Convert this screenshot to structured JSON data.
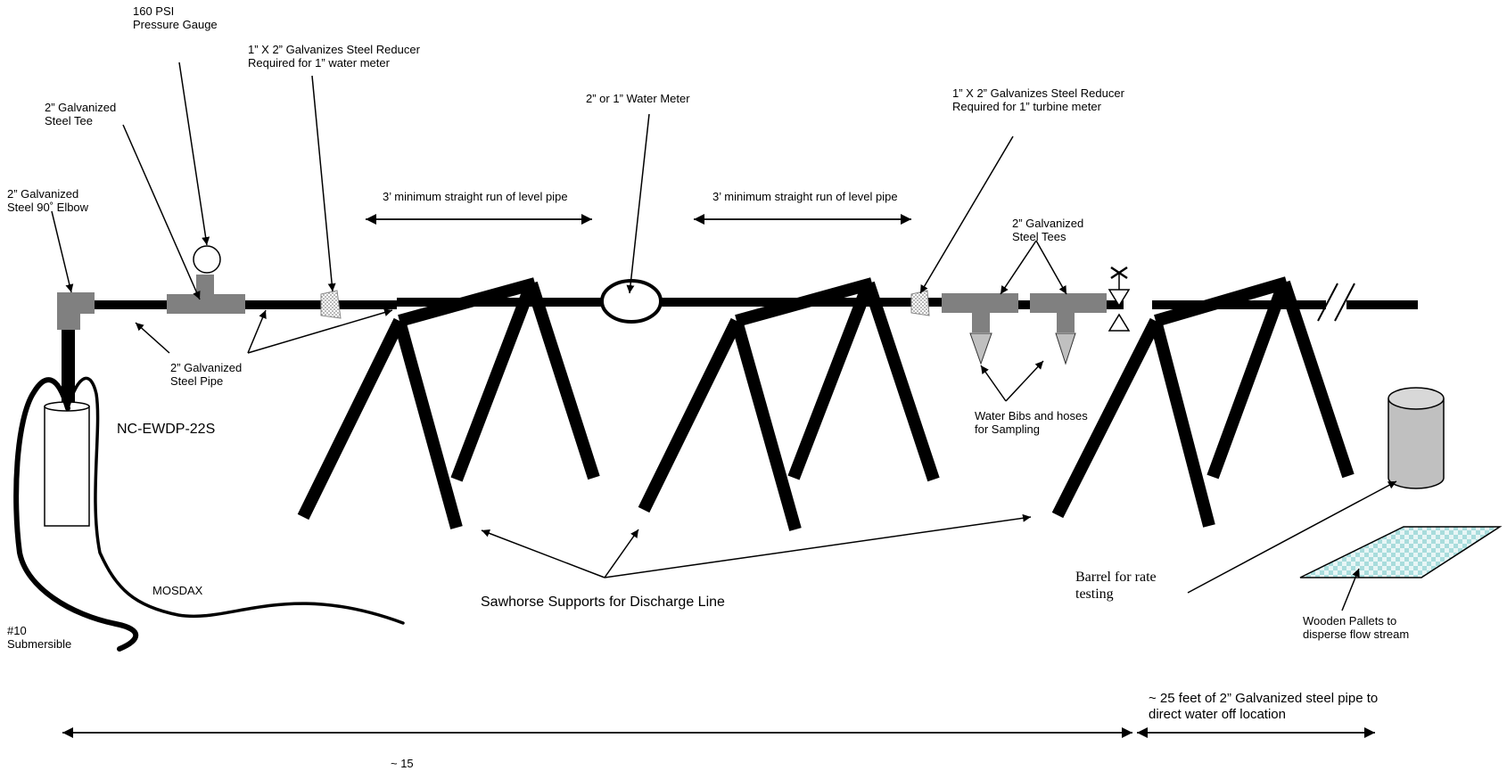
{
  "labels": {
    "gauge": [
      "160 PSI",
      "Pressure Gauge"
    ],
    "reducer_left": [
      "1” X 2” Galvanizes Steel Reducer",
      "Required for 1” water meter"
    ],
    "tee": [
      "2” Galvanized",
      "Steel Tee"
    ],
    "water_meter": "2” or 1” Water Meter",
    "reducer_right": [
      "1” X 2” Galvanizes Steel Reducer",
      "Required for 1” turbine meter"
    ],
    "elbow": [
      "2” Galvanized",
      "Steel 90˚ Elbow"
    ],
    "run_left": "3’ minimum straight run of level pipe",
    "run_right": "3’ minimum straight run of level pipe",
    "tees_right": [
      "2” Galvanized",
      "Steel Tees"
    ],
    "pipe": [
      "2” Galvanized",
      "Steel Pipe"
    ],
    "well": "NC-EWDP-22S",
    "bibs": [
      "Water Bibs and hoses",
      "for Sampling"
    ],
    "mosdax": "MOSDAX",
    "submersible": [
      "#10",
      "Submersible"
    ],
    "sawhorse": "Sawhorse Supports for Discharge Line",
    "barrel": [
      "Barrel for rate",
      "testing"
    ],
    "pallets": [
      "Wooden Pallets to",
      "disperse flow stream"
    ],
    "pipe_length": [
      "~ 25 feet of 2” Galvanized steel pipe to",
      "direct water off location"
    ],
    "distance": "~ 15"
  },
  "colors": {
    "pipe": "#000000",
    "fitting": "#808080",
    "barrel": "#c0c0c0",
    "pallet": "#a8dcdc"
  }
}
